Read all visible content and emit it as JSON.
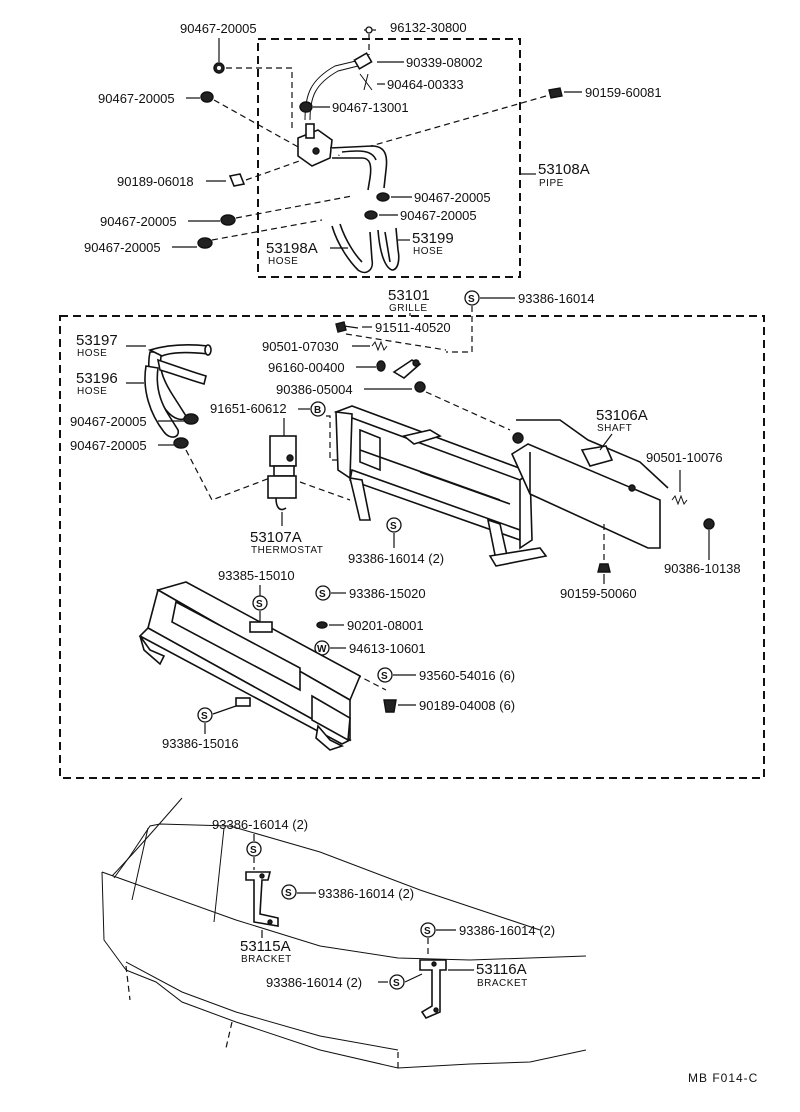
{
  "diagram": {
    "catalog_code": "MB  F014-C",
    "labels": {
      "p90467_20005_a": "90467-20005",
      "p96132_30800": "96132-30800",
      "p90339_08002": "90339-08002",
      "p90464_00333": "90464-00333",
      "p90467_20005_b": "90467-20005",
      "p90467_13001": "90467-13001",
      "p90159_60081": "90159-60081",
      "p53108A": "53108A",
      "p53108A_sub": "PIPE",
      "p90189_06018": "90189-06018",
      "p90467_20005_c": "90467-20005",
      "p90467_20005_d": "90467-20005",
      "p90467_20005_e": "90467-20005",
      "p90467_20005_f": "90467-20005",
      "p53198A": "53198A",
      "p53198A_sub": "HOSE",
      "p53199": "53199",
      "p53199_sub": "HOSE",
      "p53101": "53101",
      "p53101_sub": "GRILLE",
      "p93386_16014_top": "93386-16014",
      "p91511_40520": "91511-40520",
      "p53197": "53197",
      "p53197_sub": "HOSE",
      "p90501_07030": "90501-07030",
      "p96160_00400": "96160-00400",
      "p53196": "53196",
      "p53196_sub": "HOSE",
      "p90386_05004": "90386-05004",
      "p90467_20005_g": "90467-20005",
      "p91651_60612": "91651-60612",
      "p90467_20005_h": "90467-20005",
      "p53106A": "53106A",
      "p53106A_sub": "SHAFT",
      "p90501_10076": "90501-10076",
      "p53107A": "53107A",
      "p53107A_sub": "THERMOSTAT",
      "p93386_16014_2a": "93386-16014 (2)",
      "p90386_10138": "90386-10138",
      "p93385_15010": "93385-15010",
      "p93386_15020": "93386-15020",
      "p90159_50060": "90159-50060",
      "p90201_08001": "90201-08001",
      "p94613_10601": "94613-10601",
      "p93560_54016": "93560-54016 (6)",
      "p90189_04008": "90189-04008 (6)",
      "p93386_15016": "93386-15016",
      "p93386_16014_2b": "93386-16014 (2)",
      "p93386_16014_2c": "93386-16014 (2)",
      "p93386_16014_2d": "93386-16014 (2)",
      "p53115A": "53115A",
      "p53115A_sub": "BRACKET",
      "p93386_16014_2e": "93386-16014 (2)",
      "p53116A": "53116A",
      "p53116A_sub": "BRACKET"
    },
    "symbols": {
      "s": "S",
      "b": "B",
      "w": "W"
    }
  }
}
